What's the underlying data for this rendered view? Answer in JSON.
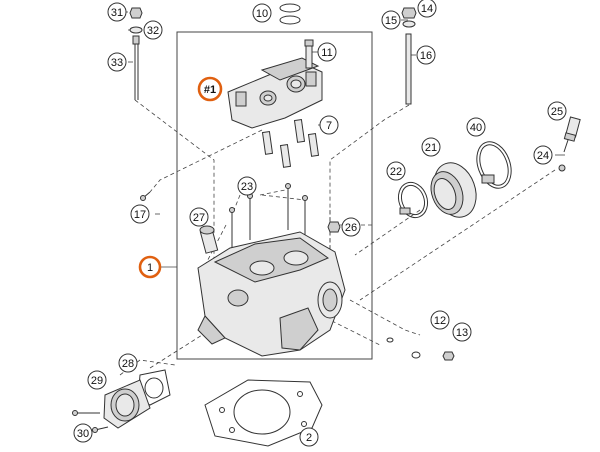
{
  "diagram": {
    "callouts": [
      {
        "id": "c31",
        "label": "31"
      },
      {
        "id": "c32",
        "label": "32"
      },
      {
        "id": "c33",
        "label": "33"
      },
      {
        "id": "c10",
        "label": "10"
      },
      {
        "id": "c15",
        "label": "15"
      },
      {
        "id": "c14",
        "label": "14"
      },
      {
        "id": "c16",
        "label": "16"
      },
      {
        "id": "c11",
        "label": "11"
      },
      {
        "id": "c1a",
        "label": "#1"
      },
      {
        "id": "c7",
        "label": "7"
      },
      {
        "id": "c40",
        "label": "40"
      },
      {
        "id": "c25",
        "label": "25"
      },
      {
        "id": "c21",
        "label": "21"
      },
      {
        "id": "c22",
        "label": "22"
      },
      {
        "id": "c24",
        "label": "24"
      },
      {
        "id": "c23",
        "label": "23"
      },
      {
        "id": "c17",
        "label": "17"
      },
      {
        "id": "c27",
        "label": "27"
      },
      {
        "id": "c26",
        "label": "26"
      },
      {
        "id": "c1",
        "label": "1"
      },
      {
        "id": "c12",
        "label": "12"
      },
      {
        "id": "c13",
        "label": "13"
      },
      {
        "id": "c28",
        "label": "28"
      },
      {
        "id": "c29",
        "label": "29"
      },
      {
        "id": "c30",
        "label": "30"
      },
      {
        "id": "c2",
        "label": "2"
      }
    ],
    "highlight_color": "#e06010"
  }
}
